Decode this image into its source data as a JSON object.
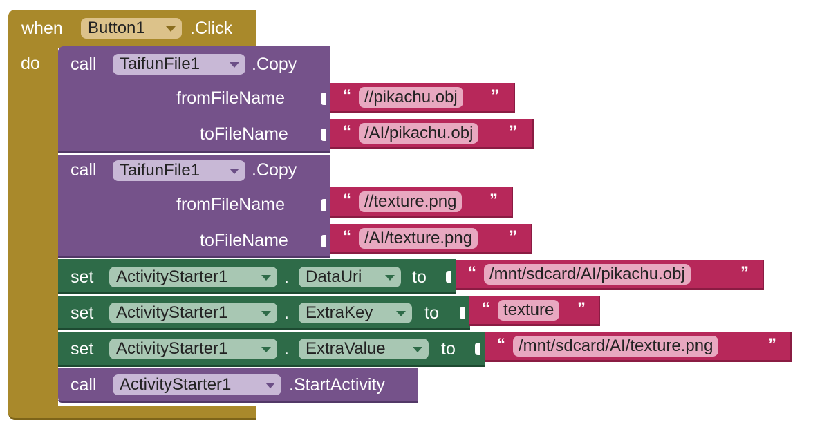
{
  "event": {
    "when_label": "when",
    "component": "Button1",
    "event_name": ".Click",
    "do_label": "do"
  },
  "blocks": [
    {
      "keyword": "call",
      "component": "TaifunFile1",
      "method": ".Copy",
      "params": [
        {
          "name": "fromFileName",
          "value": "//pikachu.obj"
        },
        {
          "name": "toFileName",
          "value": "/AI/pikachu.obj"
        }
      ]
    },
    {
      "keyword": "call",
      "component": "TaifunFile1",
      "method": ".Copy",
      "params": [
        {
          "name": "fromFileName",
          "value": "//texture.png"
        },
        {
          "name": "toFileName",
          "value": "/AI/texture.png"
        }
      ]
    },
    {
      "keyword": "set",
      "component": "ActivityStarter1",
      "dot": ".",
      "property": "DataUri",
      "to_label": "to",
      "value": "/mnt/sdcard/AI/pikachu.obj"
    },
    {
      "keyword": "set",
      "component": "ActivityStarter1",
      "dot": ".",
      "property": "ExtraKey",
      "to_label": "to",
      "value": "texture"
    },
    {
      "keyword": "set",
      "component": "ActivityStarter1",
      "dot": ".",
      "property": "ExtraValue",
      "to_label": "to",
      "value": "/mnt/sdcard/AI/texture.png"
    },
    {
      "keyword": "call",
      "component": "ActivityStarter1",
      "method": ".StartActivity"
    }
  ],
  "quotes": {
    "open": "“",
    "close": "”"
  },
  "colors": {
    "event_gold": "#a9892b",
    "procedure_purple": "#75528a",
    "setter_green": "#2e6b48",
    "string_magenta": "#b7285a"
  },
  "icons": {
    "dropdown": "chevron-down-icon"
  }
}
